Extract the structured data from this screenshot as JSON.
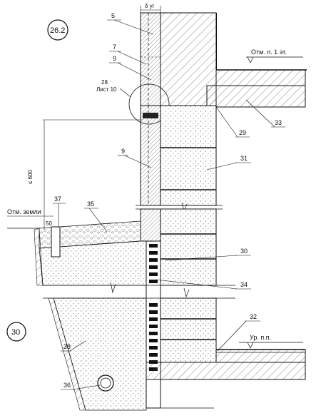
{
  "title_marks": {
    "view_id": "26.2",
    "section_id": "30"
  },
  "dimensions": {
    "delta": "δ уг",
    "max_height": "≤ 600",
    "offset": "50"
  },
  "levels": {
    "first_floor": "Отм. п. 1 эт.",
    "ground": "Отм. земли",
    "floor": "Ур. п.п."
  },
  "reference": {
    "number": "28",
    "sheet": "Лист 10"
  },
  "callouts": {
    "c5": "5",
    "c7": "7",
    "c9a": "9",
    "c9b": "9",
    "c33": "33",
    "c29": "29",
    "c31": "31",
    "c37": "37",
    "c35": "35",
    "c30": "30",
    "c34": "34",
    "c32": "32",
    "c38": "38",
    "c36": "36"
  }
}
